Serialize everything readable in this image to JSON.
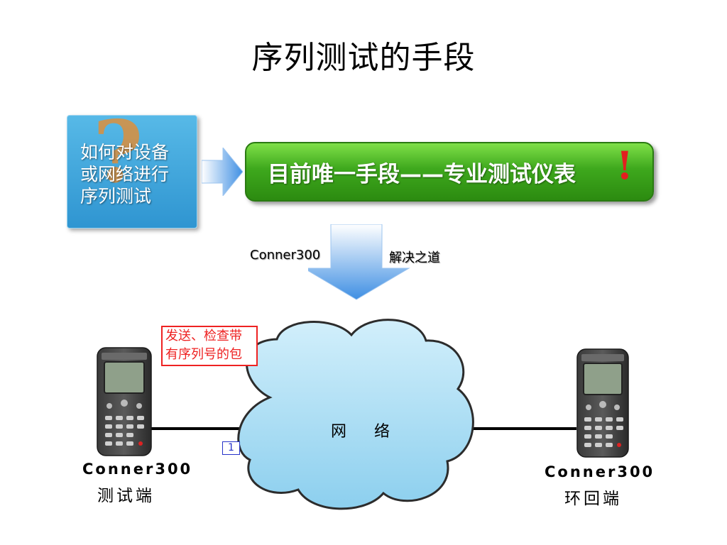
{
  "title": "序列测试的手段",
  "question_box": {
    "mark": "?",
    "lines": [
      "如何对设备",
      "或网络进行",
      "序列测试"
    ]
  },
  "answer_bar": {
    "text": "目前唯一手段——专业测试仪表",
    "mark": "!"
  },
  "solution": {
    "left_label": "Conner300",
    "right_label": "解决之道"
  },
  "callout": {
    "lines": [
      "发送、检查带",
      "有序列号的包"
    ]
  },
  "network": {
    "label": "网 络",
    "packet_label": "1"
  },
  "devices": {
    "left": {
      "name": "Conner300",
      "role": "测试端"
    },
    "right": {
      "name": "Conner300",
      "role": "环回端"
    }
  },
  "colors": {
    "question_box": "#3aa3dc",
    "question_mark": "#ef8a24",
    "answer_bar": "#3ea81d",
    "exclamation": "#e21f1f",
    "callout_border": "#ee2222",
    "cloud": "#9fd8f2",
    "packet_box": "#2633c9"
  }
}
